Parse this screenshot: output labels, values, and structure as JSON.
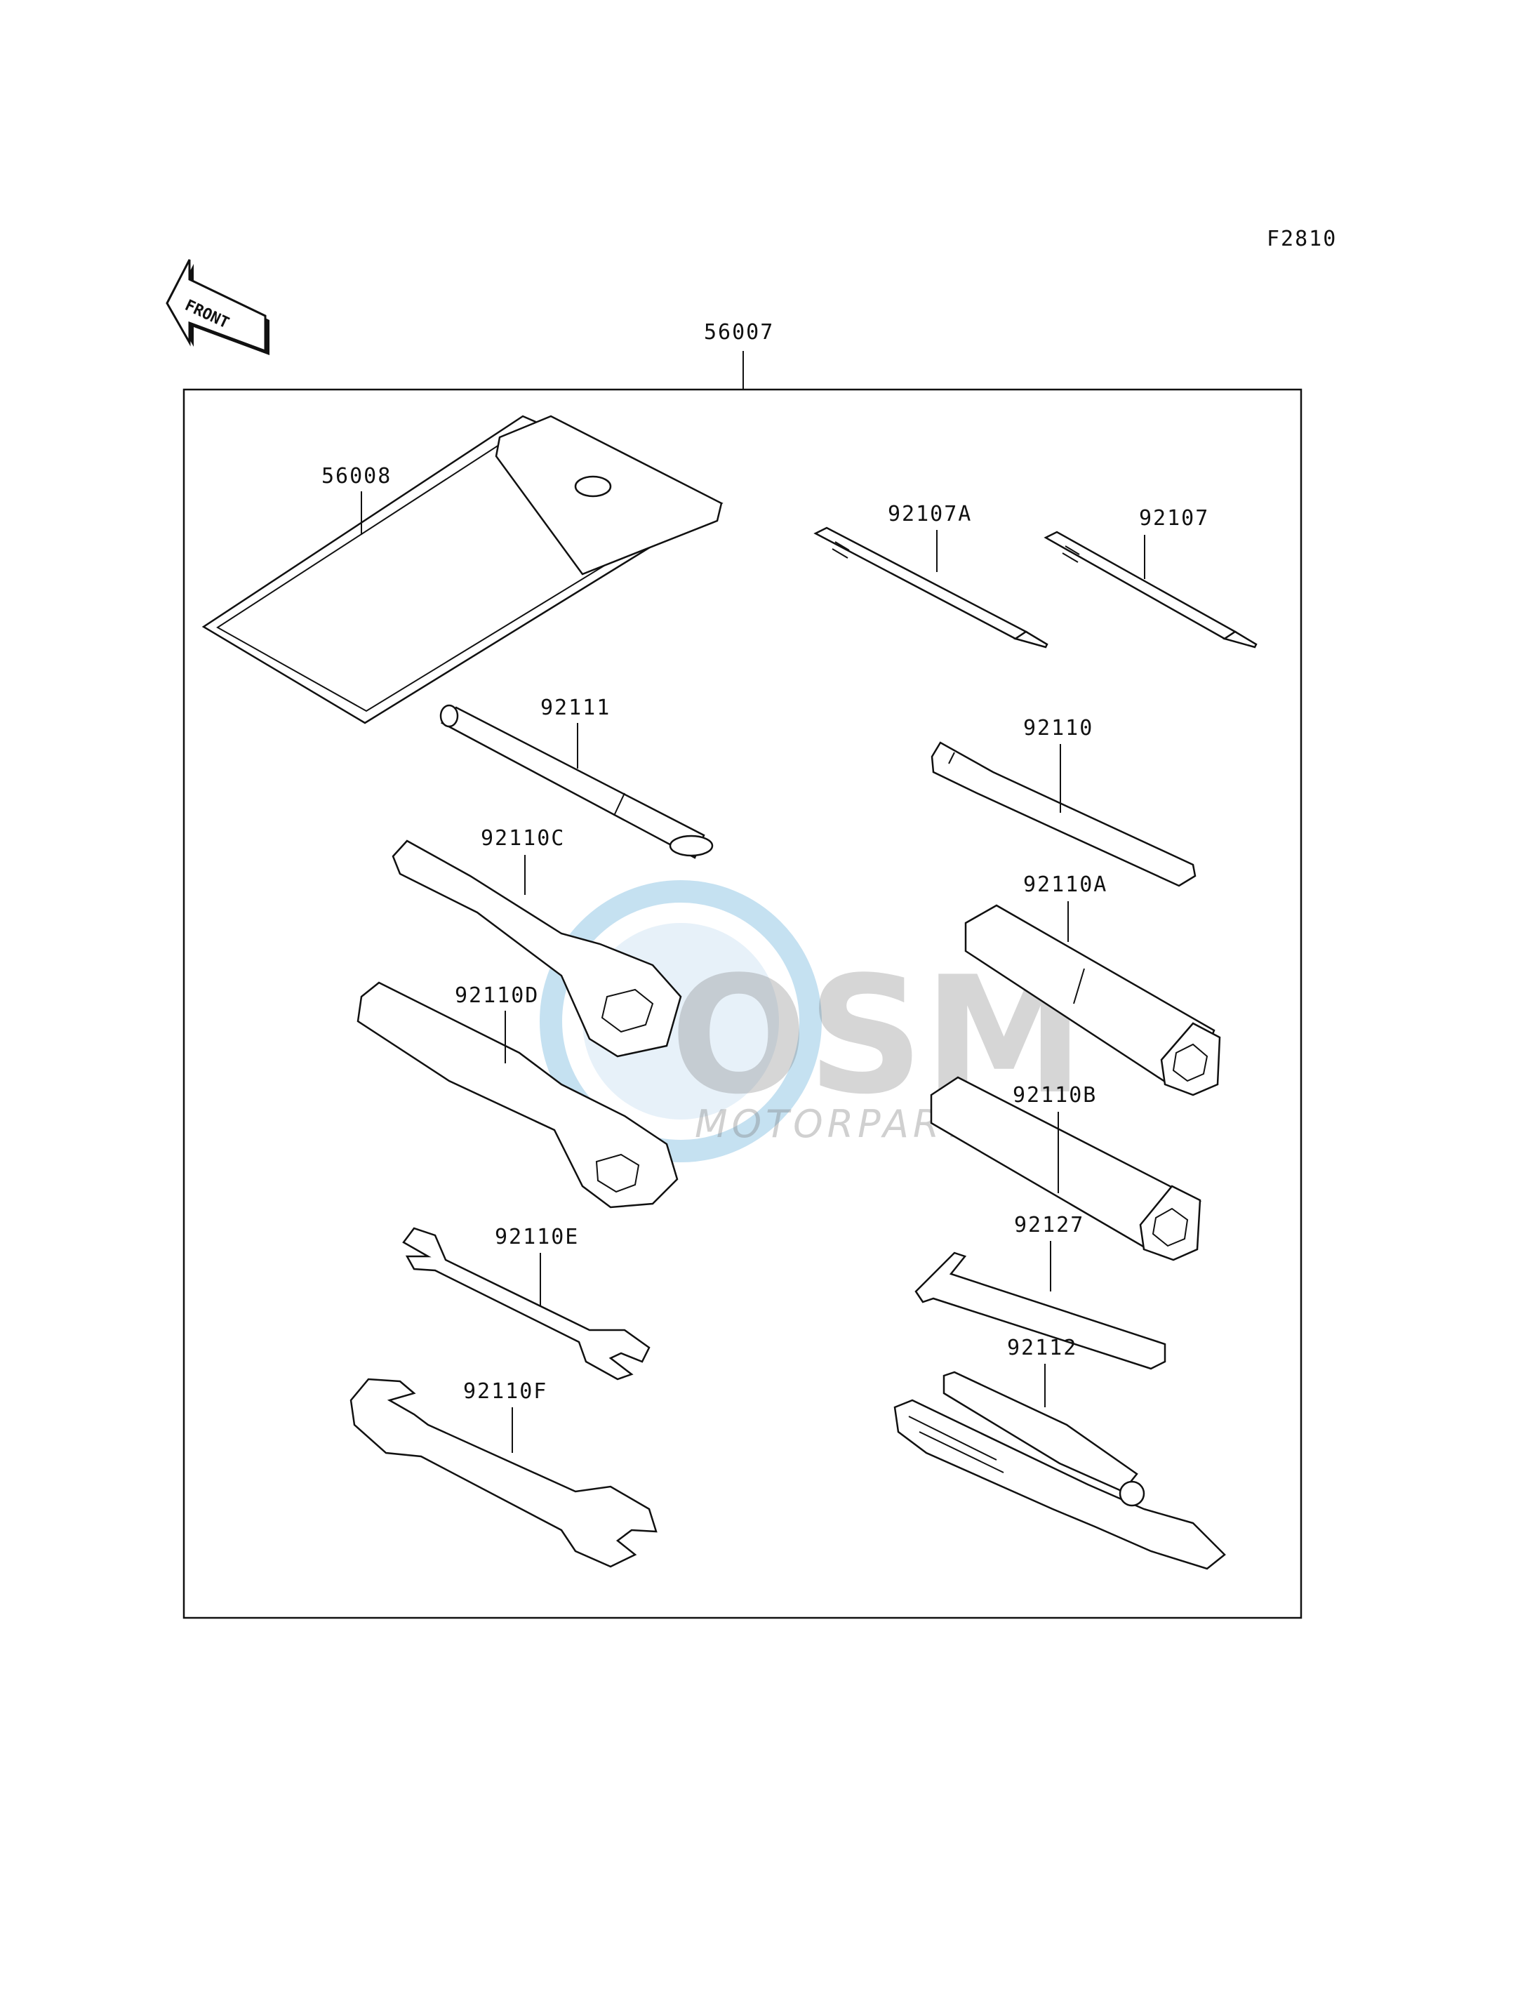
{
  "figure_code": "F2810",
  "front_label": "FRONT",
  "assembly": {
    "number": "56007"
  },
  "parts": {
    "p56008": "56008",
    "p92107A": "92107A",
    "p92107": "92107",
    "p92111": "92111",
    "p92110": "92110",
    "p92110C": "92110C",
    "p92110A": "92110A",
    "p92110D": "92110D",
    "p92110B": "92110B",
    "p92110E": "92110E",
    "p92127": "92127",
    "p92110F": "92110F",
    "p92112": "92112"
  },
  "watermark": {
    "brand": "OSM",
    "sub": "MOTORPARTS"
  }
}
